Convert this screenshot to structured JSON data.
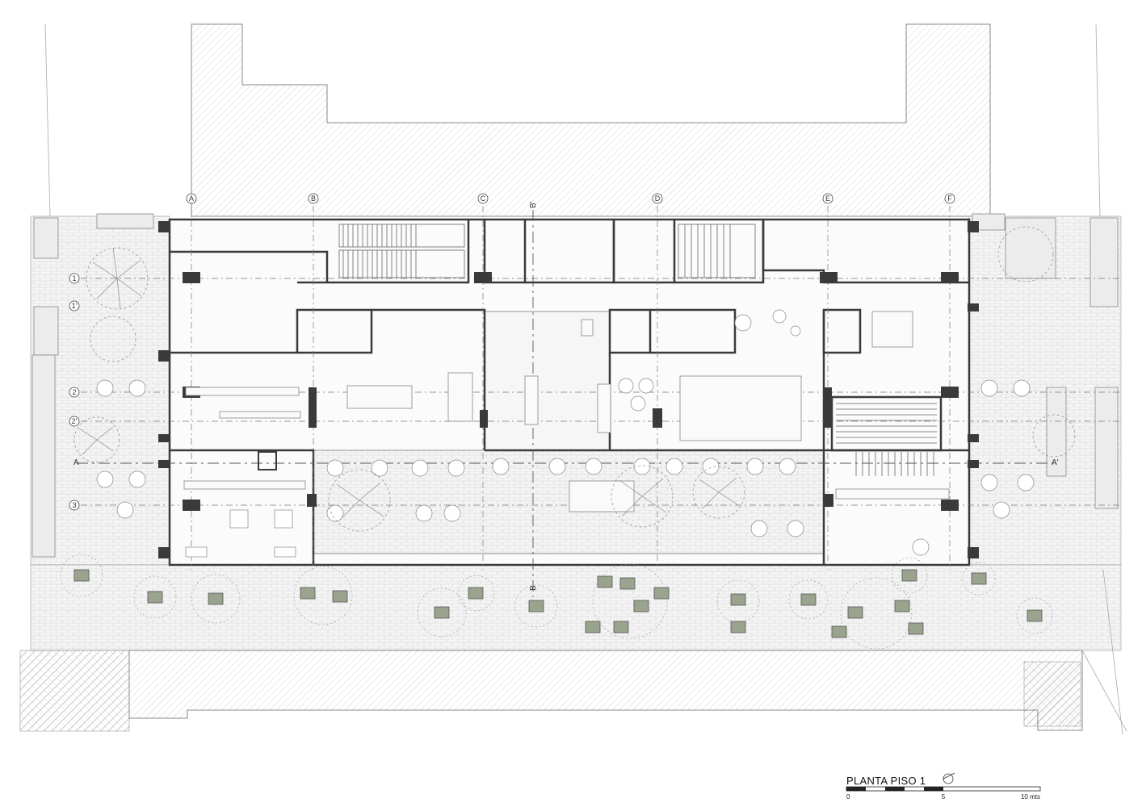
{
  "drawing": {
    "title": "PLANTA PISO 1",
    "scale_labels": [
      "0",
      "5",
      "10 mts"
    ]
  },
  "grid": {
    "columns": [
      "A",
      "B",
      "C",
      "D",
      "E",
      "F"
    ],
    "rows": [
      "1",
      "1'",
      "2",
      "2'",
      "3"
    ]
  },
  "sections": {
    "a_start": "A",
    "a_end": "A'",
    "b_start": "B'",
    "b_end": "B"
  },
  "colors": {
    "wall": "#3a3a3a",
    "line": "#555555",
    "hatch": "#c8c8c8",
    "plant": "#8a8a8a",
    "planter": "#9aa38e"
  }
}
